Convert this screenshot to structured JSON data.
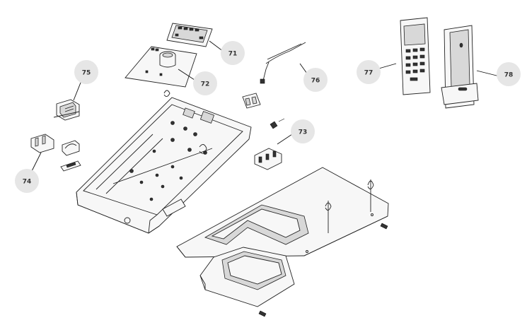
{
  "callouts": {
    "c71": "71",
    "c72": "72",
    "c73": "73",
    "c74": "74",
    "c75": "75",
    "c76": "76",
    "c77": "77",
    "c78": "78"
  },
  "colors": {
    "callout_fill": "#e6e6e6",
    "line": "#222222"
  }
}
